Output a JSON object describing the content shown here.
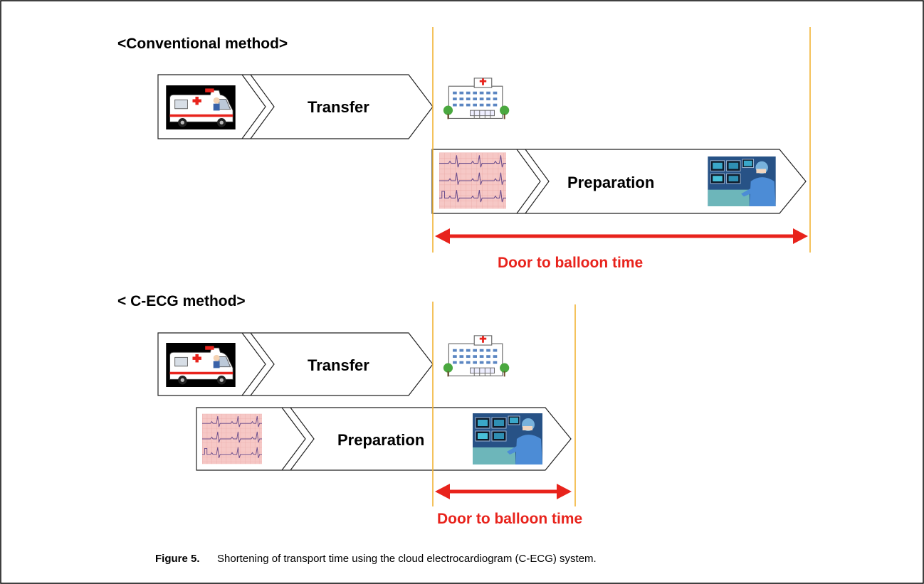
{
  "conventional": {
    "heading": "<Conventional method>",
    "transfer_label": "Transfer",
    "preparation_label": "Preparation",
    "door_to_balloon_label": "Door to balloon time"
  },
  "cecg": {
    "heading": "< C-ECG method>",
    "transfer_label": "Transfer",
    "preparation_label": "Preparation",
    "door_to_balloon_label": "Door to balloon time"
  },
  "caption": {
    "figure_label": "Figure 5.",
    "text": "Shortening of transport time using the cloud electrocardiogram (C-ECG) system."
  },
  "colors": {
    "accent_red": "#e8231c",
    "timeline_orange": "#f2b233",
    "ecg_paper": "#f6c8c6",
    "monitor_scene_blue": "#2d5f99"
  },
  "icons": [
    "ambulance-icon",
    "hospital-icon",
    "ecg-strip-icon",
    "cath-lab-photo-icon"
  ]
}
